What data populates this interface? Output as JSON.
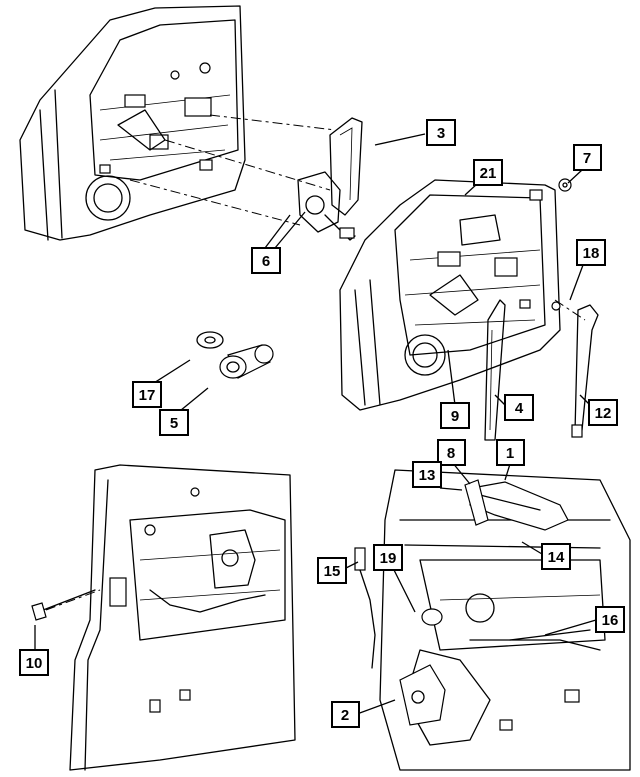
{
  "callouts": [
    {
      "id": "c1",
      "label": "1"
    },
    {
      "id": "c2",
      "label": "2"
    },
    {
      "id": "c3",
      "label": "3"
    },
    {
      "id": "c4",
      "label": "4"
    },
    {
      "id": "c5",
      "label": "5"
    },
    {
      "id": "c6",
      "label": "6"
    },
    {
      "id": "c7",
      "label": "7"
    },
    {
      "id": "c8",
      "label": "8"
    },
    {
      "id": "c9",
      "label": "9"
    },
    {
      "id": "c10",
      "label": "10"
    },
    {
      "id": "c12",
      "label": "12"
    },
    {
      "id": "c13",
      "label": "13"
    },
    {
      "id": "c14",
      "label": "14"
    },
    {
      "id": "c15",
      "label": "15"
    },
    {
      "id": "c16",
      "label": "16"
    },
    {
      "id": "c17",
      "label": "17"
    },
    {
      "id": "c18",
      "label": "18"
    },
    {
      "id": "c19",
      "label": "19"
    },
    {
      "id": "c21",
      "label": "21"
    }
  ],
  "colors": {
    "line": "#000000",
    "background": "#ffffff"
  }
}
